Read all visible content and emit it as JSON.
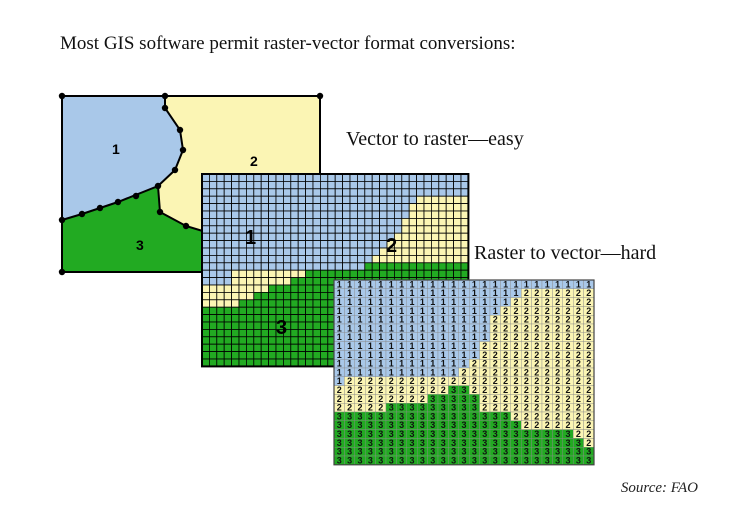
{
  "title": "Most GIS software permit raster-vector format conversions:",
  "label_vector_to_raster": "Vector to raster—easy",
  "label_raster_to_vector": "Raster to vector—hard",
  "source": "Source: FAO",
  "zones": {
    "one": "1",
    "two": "2",
    "three": "3"
  },
  "colors": {
    "zone1": "#a9c8e9",
    "zone2": "#fbf5b4",
    "zone3": "#22aa22",
    "outline": "#000000"
  }
}
